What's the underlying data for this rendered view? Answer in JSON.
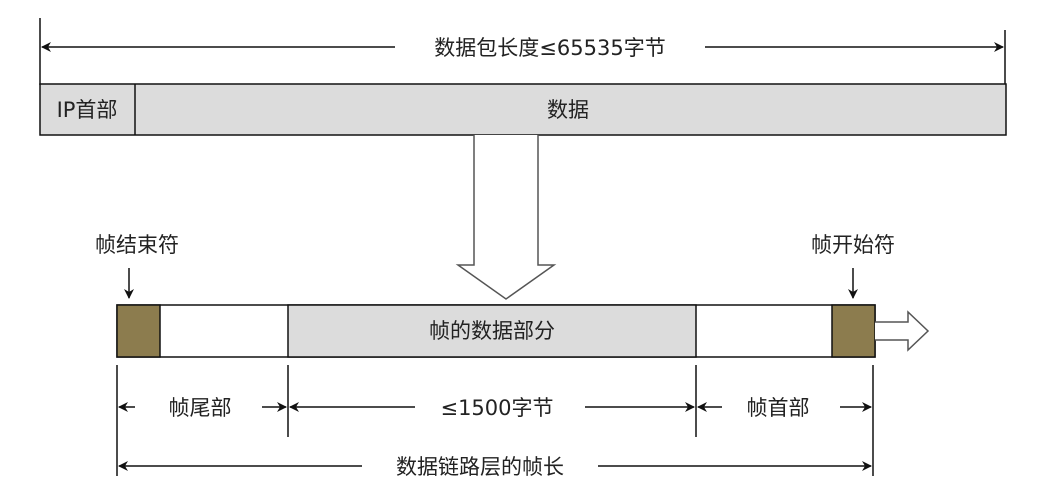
{
  "packet": {
    "length_label": "数据包长度≤65535字节",
    "ip_header_label": "IP首部",
    "data_label": "数据"
  },
  "frame": {
    "end_delimiter_label": "帧结束符",
    "start_delimiter_label": "帧开始符",
    "data_part_label": "帧的数据部分",
    "trailer_label": "帧尾部",
    "payload_size_label": "≤1500字节",
    "header_label": "帧首部",
    "frame_length_label": "数据链路层的帧长"
  },
  "colors": {
    "gray_fill": "#dcdcdc",
    "delimiter_fill": "#8c7c4e",
    "line": "#111111"
  }
}
